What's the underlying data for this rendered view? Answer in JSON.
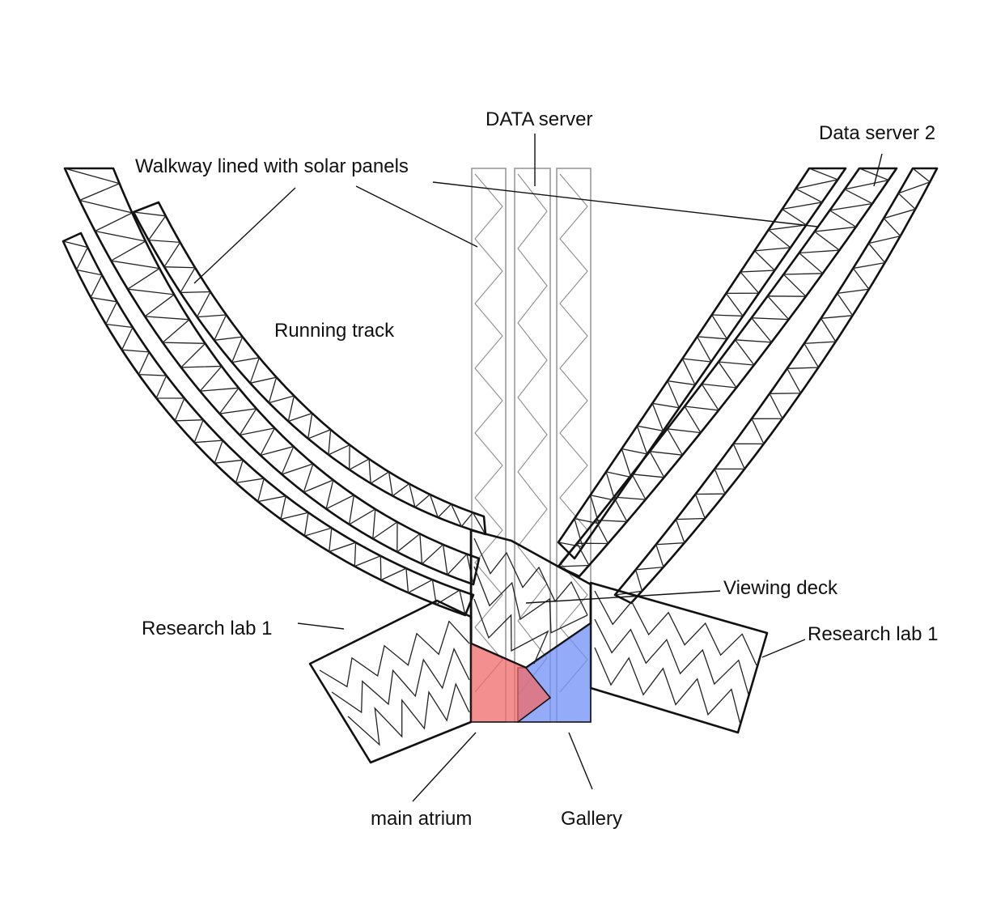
{
  "labels": {
    "data_server": "DATA server",
    "data_server_2": "Data server 2",
    "walkway": "Walkway lined with solar panels",
    "running_track": "Running track",
    "viewing_deck": "Viewing deck",
    "research_lab_left": "Research lab 1",
    "research_lab_right": "Research lab 1",
    "main_atrium": "main atrium",
    "gallery": "Gallery"
  },
  "colors": {
    "orange_band": "#f7a64a",
    "yellow_band": "#f4f05a",
    "salmon_column": "#f48a60",
    "green_deck": "#3fd23f",
    "pink_lab": "#f07fd0",
    "purple_lab": "#b483f0",
    "blue_gallery": "#6f8ff5",
    "red_atrium": "#f06a6a"
  }
}
